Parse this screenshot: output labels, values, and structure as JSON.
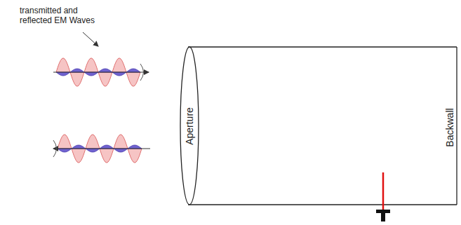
{
  "diagram": {
    "labels": [
      "transmitted and reflected EM Waves",
      "Aperture",
      "Backwall"
    ]
  }
}
